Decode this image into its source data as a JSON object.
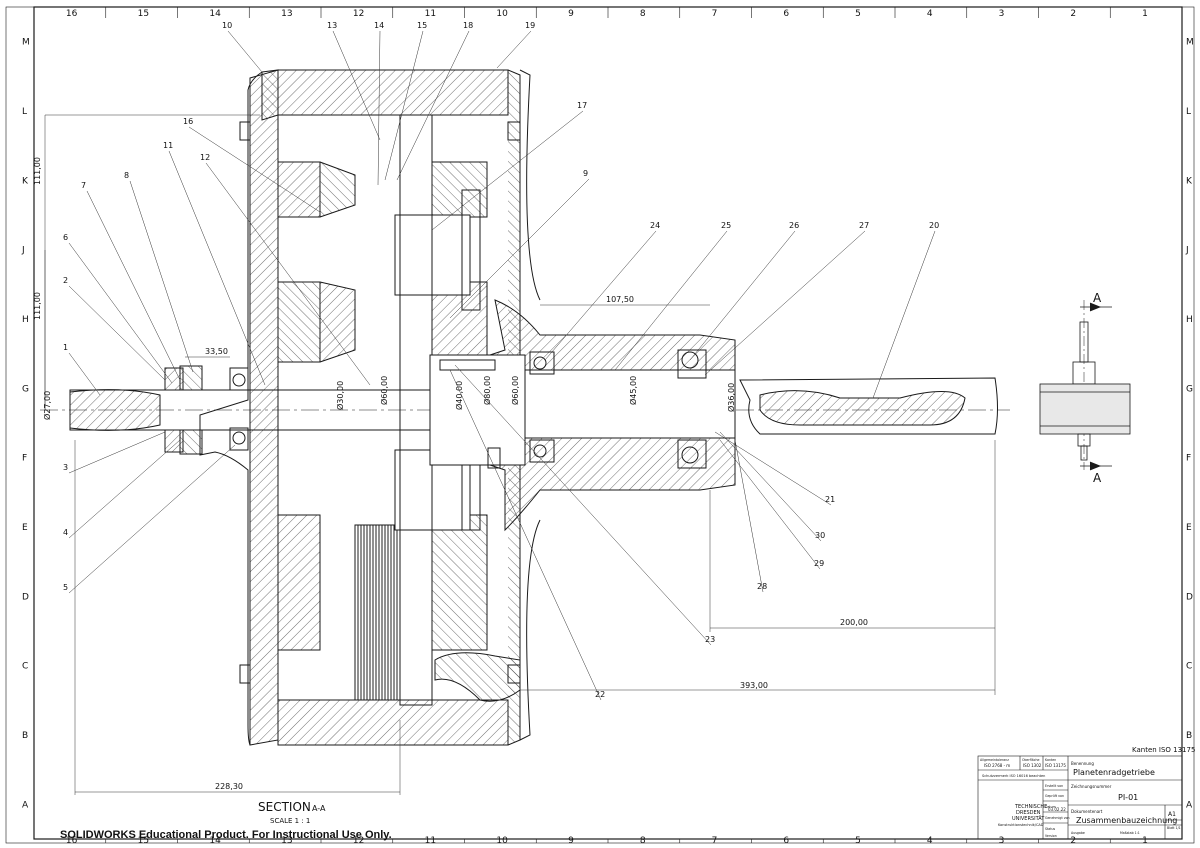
{
  "colors": {
    "line": "#1a1a1a",
    "hatch": "#333333",
    "paper": "#ffffff"
  },
  "border": {
    "columns": [
      "16",
      "15",
      "14",
      "13",
      "12",
      "11",
      "10",
      "9",
      "8",
      "7",
      "6",
      "5",
      "4",
      "3",
      "2",
      "1"
    ],
    "rows": [
      "M",
      "L",
      "K",
      "J",
      "H",
      "G",
      "F",
      "E",
      "D",
      "C",
      "B",
      "A"
    ]
  },
  "balloons": {
    "b1": "1",
    "b2": "2",
    "b3": "3",
    "b4": "4",
    "b5": "5",
    "b6": "6",
    "b7": "7",
    "b8": "8",
    "b9": "9",
    "b10": "10",
    "b11": "11",
    "b12": "12",
    "b13": "13",
    "b14": "14",
    "b15": "15",
    "b16": "16",
    "b17": "17",
    "b18": "18",
    "b19": "19",
    "b20": "20",
    "b21": "21",
    "b22": "22",
    "b23": "23",
    "b24": "24",
    "b25": "25",
    "b26": "26",
    "b27": "27",
    "b28": "28",
    "b29": "29",
    "b30": "30"
  },
  "dimensions": {
    "d111_top": "111,00",
    "d111_mid": "111,00",
    "d3350": "33,50",
    "d10750": "107,50",
    "d20000": "200,00",
    "d39300": "393,00",
    "d22830": "228,30",
    "dia27": "Ø27,00",
    "dia30": "Ø30,00",
    "dia60a": "Ø60,00",
    "dia40": "Ø40,00",
    "dia80": "Ø80,00",
    "dia60b": "Ø60,00",
    "dia45": "Ø45,00",
    "dia36": "Ø36,00"
  },
  "section": {
    "title": "SECTION",
    "suffix": "A-A",
    "scale": "SCALE 1 : 1",
    "arrow_top": "A",
    "arrow_bottom": "A"
  },
  "watermark": "SOLIDWORKS Educational Product. For Instructional Use Only.",
  "titleblock": {
    "edge_note": "Kanten ISO 13175",
    "gen_tol_label": "Allgemeintoleranz",
    "gen_tol": "ISO 2768 - m",
    "surface_label": "Oberfläche",
    "surface": "ISO 1302",
    "edges_label": "Kanten",
    "edges": "ISO 13175",
    "thread_note": "Schutzvermerk ISO 16016 beachten",
    "drawn_label": "Erstellt von",
    "checked_label": "Geprüft von",
    "release_label": "Genehmigt von",
    "date_label": "Datum",
    "date": "03.02.22",
    "status_label": "Status",
    "version_label": "Version",
    "university_1": "TECHNISCHE",
    "university_2": "DRESDEN",
    "university_3": "UNIVERSITÄT",
    "institute": "Konstruktionstechnik/CAD",
    "name_label": "Benennung",
    "name": "Planetenradgetriebe",
    "number_label": "Zeichnungsnummer",
    "number": "PI-01",
    "doctype_label": "Dokumentenart",
    "doctype": "Zusammenbauzeichnung",
    "format": "A1",
    "scale_label": "Maßstab 1:1",
    "sheet_label": "Blatt 1/1",
    "ausgabe": "Ausgabe"
  }
}
